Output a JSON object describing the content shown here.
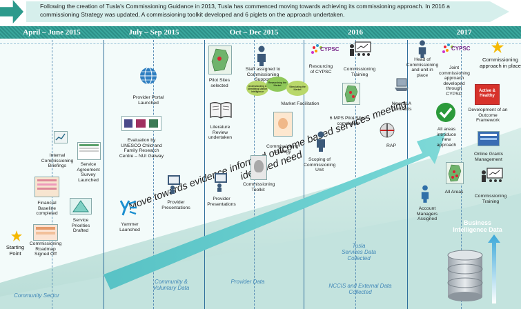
{
  "header": {
    "text": "Following the creation of Tusla's Commissioning Guidance in 2013, Tusla has commenced moving towards achieving its commissioning approach.  In 2016 a commissioning Strategy was updated, A commissioning toolkit developed and 6 piglets on the approach undertaken."
  },
  "periods": [
    "April – June 2015",
    "July – Sep 2015",
    "Oct – Dec 2015",
    "2016",
    "2017"
  ],
  "arrow_text": "Move towards evidence informed outcome based services meeting identified need",
  "milestones": {
    "starting_point": "Starting Point",
    "internal_briefings": "Internal Commissioning Briefings",
    "service_agreement_survey": "Service Agreement Survey Launched",
    "financial_baseline": "Financial Baseline completed",
    "service_priorities": "Service Priorities Drafted",
    "commissioning_roadmap": "Commissioning Roadmap Signed Off",
    "provider_portal": "Provider Portal Launched",
    "unesco_evaluation": "Evaluation by UNESCO Child and Family Research Centre – NUI Galway",
    "yammer": "Yammer Launched",
    "provider_presentations_q3": "Provider Presentations",
    "pilot_sites": "Pilot Sites selected",
    "staff_assigned": "Staff assigned to Commissioning Support",
    "market_facilitation": "Market Facilitation",
    "literature_review": "Literature Review undertaken",
    "commissioning_strategy": "Commissioning Strategy",
    "commissioning_toolkit": "Commissioning Toolkit",
    "provider_presentations_q4": "Provider Presentations",
    "resourcing_cypsc": "Resourcing of CYPSC",
    "commissioning_training_2016": "Commissioning Training",
    "mps_pilot_sites": "6 MPS Pilot Sites completed",
    "scoping_unit": "Scoping of Commissioning Unit",
    "new_sla": "New SLA Contracts",
    "rap": "RAP",
    "head_of_commissioning": "Head of Commissioning and unit in place",
    "joint_commissioning": "Joint commissioning approach developed through CYPSC",
    "commissioning_in_place": "Commissioning approach in place",
    "outcome_framework": "Development of an Outcome Framework",
    "all_areas_new": "All areas introduce new approach",
    "online_grants": "Online Grants Management",
    "all_areas": "All Areas",
    "commissioning_training_2017": "Commissioning Training",
    "account_managers": "Account Managers Assigned",
    "business_intelligence": "Business Intelligence Data"
  },
  "thumb_text": {
    "cypsc": "CYPSC",
    "active_healthy": "Active & Healthy",
    "market_words": [
      "Understanding & Identifying Market Intelligence",
      "Researching the Market",
      "Stimulating the Market"
    ]
  },
  "data_sources": {
    "community": "Community & Voluntary Data",
    "provider": "Provider Data",
    "tusla_services": "Tusla Services Data Collected",
    "nccis_external": "NCCIS and External Data Collected",
    "bottom_left": "Community Sector"
  },
  "colors": {
    "band": "#2c8f87",
    "header_bg": "#d6efec",
    "arrow": "#5fc8c9",
    "source_text": "#3f86b7",
    "star": "#f5b800"
  }
}
